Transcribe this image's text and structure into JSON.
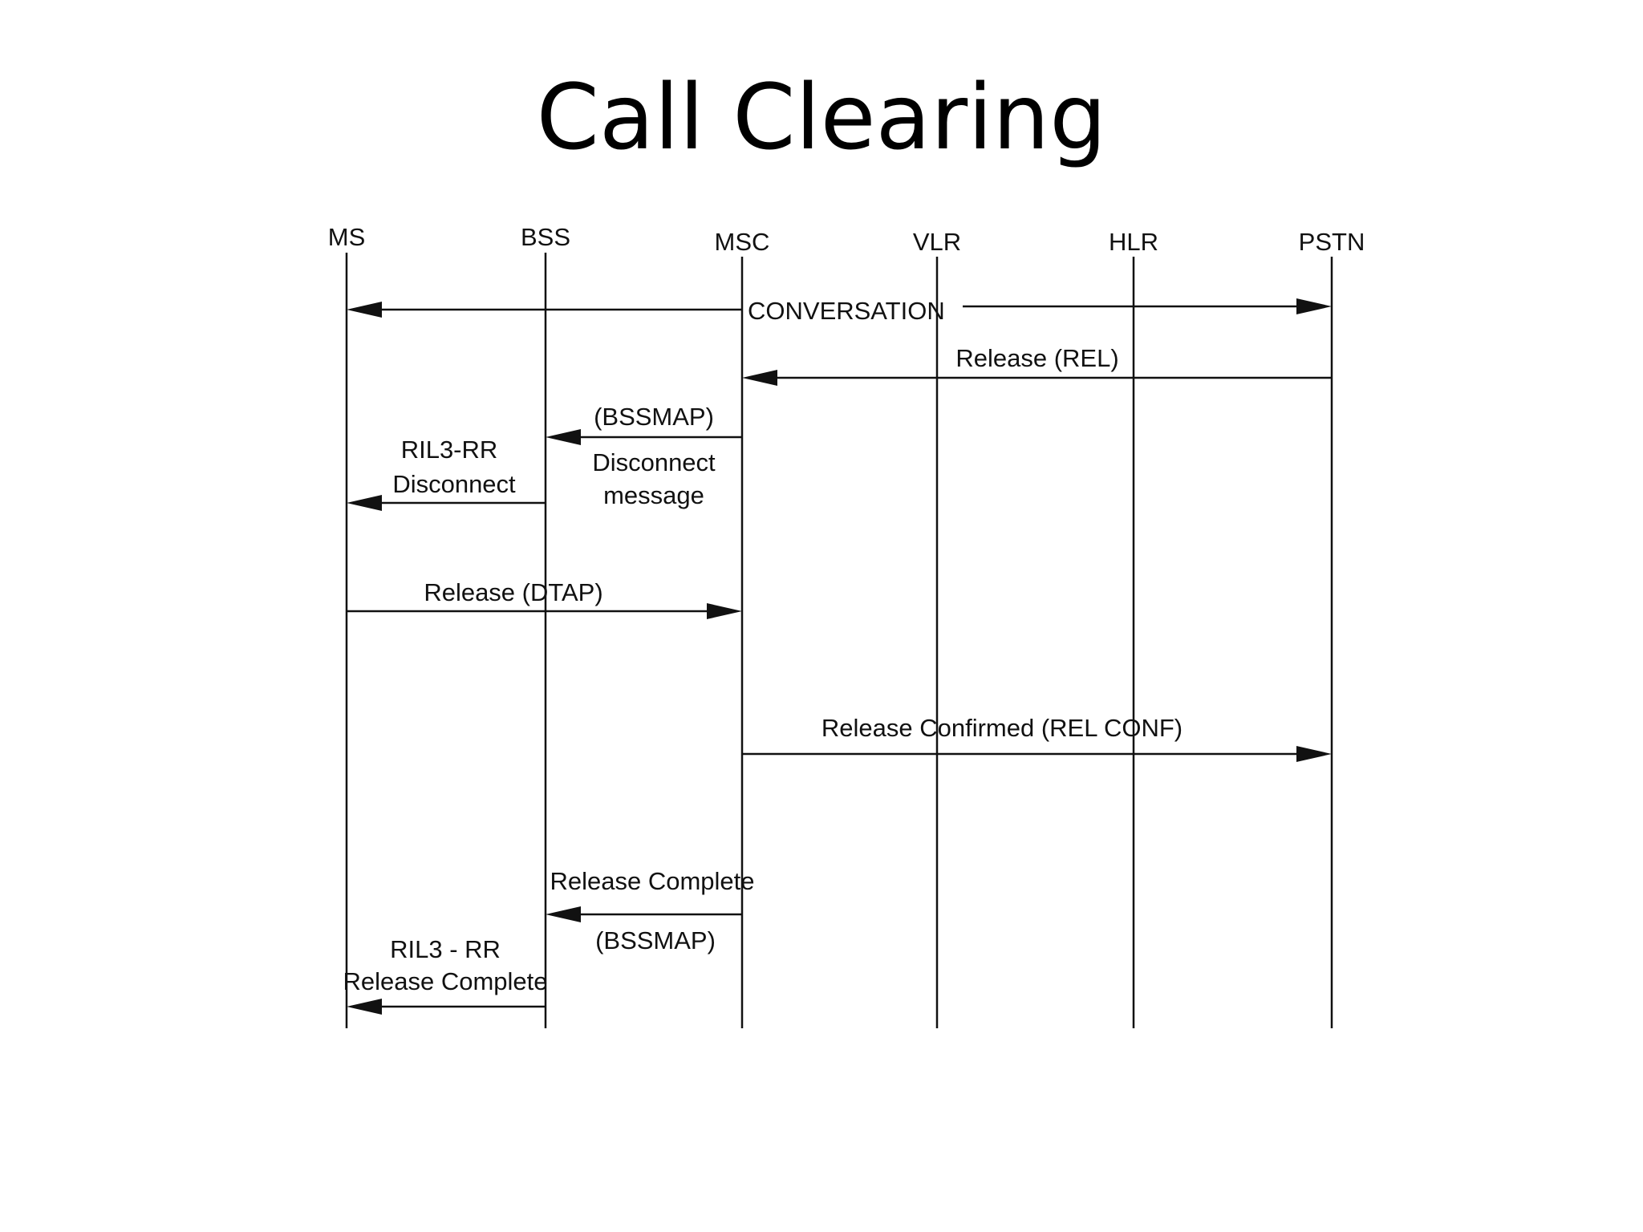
{
  "title": "Call Clearing",
  "entities": [
    {
      "id": "ms",
      "label": "MS"
    },
    {
      "id": "bss",
      "label": "BSS"
    },
    {
      "id": "msc",
      "label": "MSC"
    },
    {
      "id": "vlr",
      "label": "VLR"
    },
    {
      "id": "hlr",
      "label": "HLR"
    },
    {
      "id": "pstn",
      "label": "PSTN"
    }
  ],
  "messages": [
    {
      "id": "conversation",
      "from": "msc",
      "to": "ms",
      "both": true,
      "to2": "pstn",
      "lines": [
        "CONVERSATION"
      ]
    },
    {
      "id": "release-rel",
      "from": "pstn",
      "to": "msc",
      "lines": [
        "Release (REL)"
      ]
    },
    {
      "id": "bssmap-disconnect",
      "from": "msc",
      "to": "bss",
      "lines": [
        "(BSSMAP)",
        "Disconnect",
        "message"
      ]
    },
    {
      "id": "ril3-rr-disconnect",
      "from": "bss",
      "to": "ms",
      "lines": [
        "RIL3-RR",
        "Disconnect"
      ]
    },
    {
      "id": "release-dtap",
      "from": "ms",
      "to": "msc",
      "lines": [
        "Release (DTAP)"
      ]
    },
    {
      "id": "release-confirmed",
      "from": "msc",
      "to": "pstn",
      "lines": [
        "Release Confirmed (REL CONF)"
      ]
    },
    {
      "id": "release-complete-bssmap",
      "from": "msc",
      "to": "bss",
      "lines": [
        "Release Complete",
        "(BSSMAP)"
      ]
    },
    {
      "id": "ril3-rr-release-complete",
      "from": "bss",
      "to": "ms",
      "lines": [
        "RIL3 - RR",
        "Release Complete"
      ]
    }
  ]
}
